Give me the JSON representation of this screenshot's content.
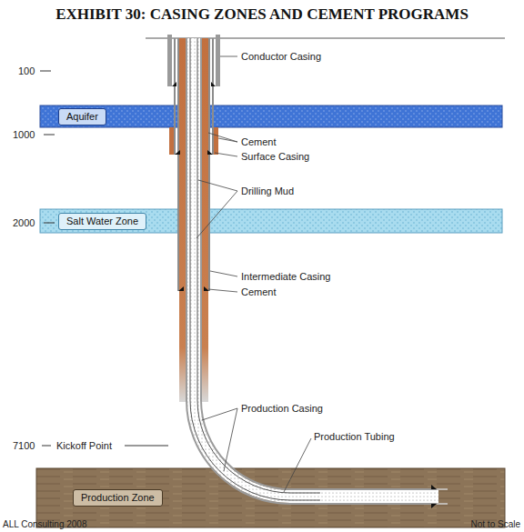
{
  "diagram": {
    "title": "EXHIBIT 30: CASING ZONES AND CEMENT PROGRAMS",
    "nodes": [
      {
        "text": [
          "Aquifer"
        ]
      },
      {
        "text": [
          "Salt Water Zone"
        ]
      },
      {
        "text": [
          "Production Zone"
        ]
      }
    ],
    "labels": [
      "100",
      "1000",
      "2000",
      "7100",
      "Kickoff Point",
      "Conductor Casing",
      "Cement",
      "Surface Casing",
      "Drilling Mud",
      "Intermediate Casing",
      "Cement",
      "Production Casing",
      "Production Tubing",
      "ALL Consulting 2008",
      "Not to Scale"
    ]
  }
}
